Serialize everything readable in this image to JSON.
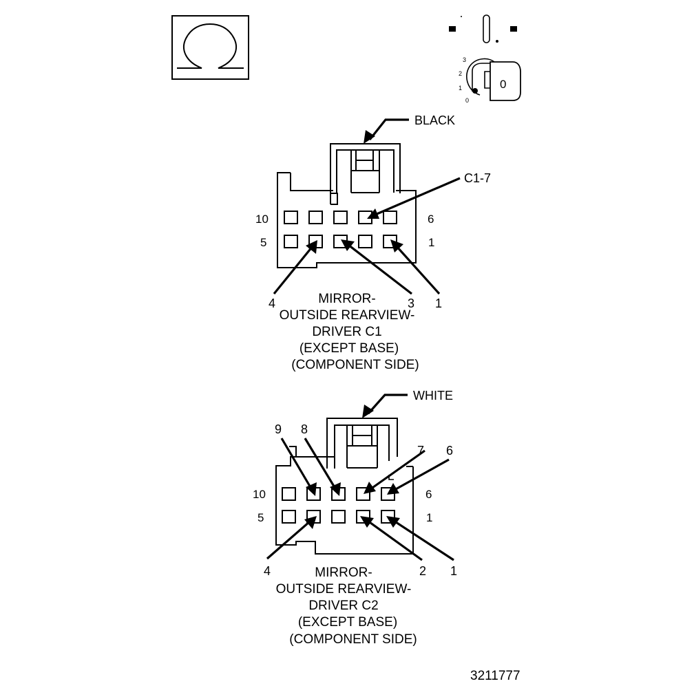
{
  "icons": {
    "omega": "omega-symbol-icon",
    "ignition": "ignition-switch-icon",
    "ignition_positions": [
      "0",
      "1",
      "2",
      "3"
    ],
    "key_label": "0"
  },
  "connector_c1": {
    "color_label": "BLACK",
    "callout": "C1-7",
    "row_labels": {
      "top_left": "10",
      "top_right": "6",
      "bottom_left": "5",
      "bottom_right": "1"
    },
    "pin_labels": [
      "4",
      "3",
      "1"
    ],
    "title_lines": [
      "MIRROR-",
      "OUTSIDE REARVIEW-",
      "DRIVER C1",
      "(EXCEPT BASE)",
      "(COMPONENT SIDE)"
    ]
  },
  "connector_c2": {
    "color_label": "WHITE",
    "pin_labels_top": [
      "9",
      "8",
      "7",
      "6"
    ],
    "row_labels": {
      "top_left": "10",
      "top_right": "6",
      "bottom_left": "5",
      "bottom_right": "1"
    },
    "pin_labels_bottom": [
      "4",
      "2",
      "1"
    ],
    "title_lines": [
      "MIRROR-",
      "OUTSIDE REARVIEW-",
      "DRIVER C2",
      "(EXCEPT BASE)",
      "(COMPONENT SIDE)"
    ]
  },
  "figure_number": "3211777"
}
